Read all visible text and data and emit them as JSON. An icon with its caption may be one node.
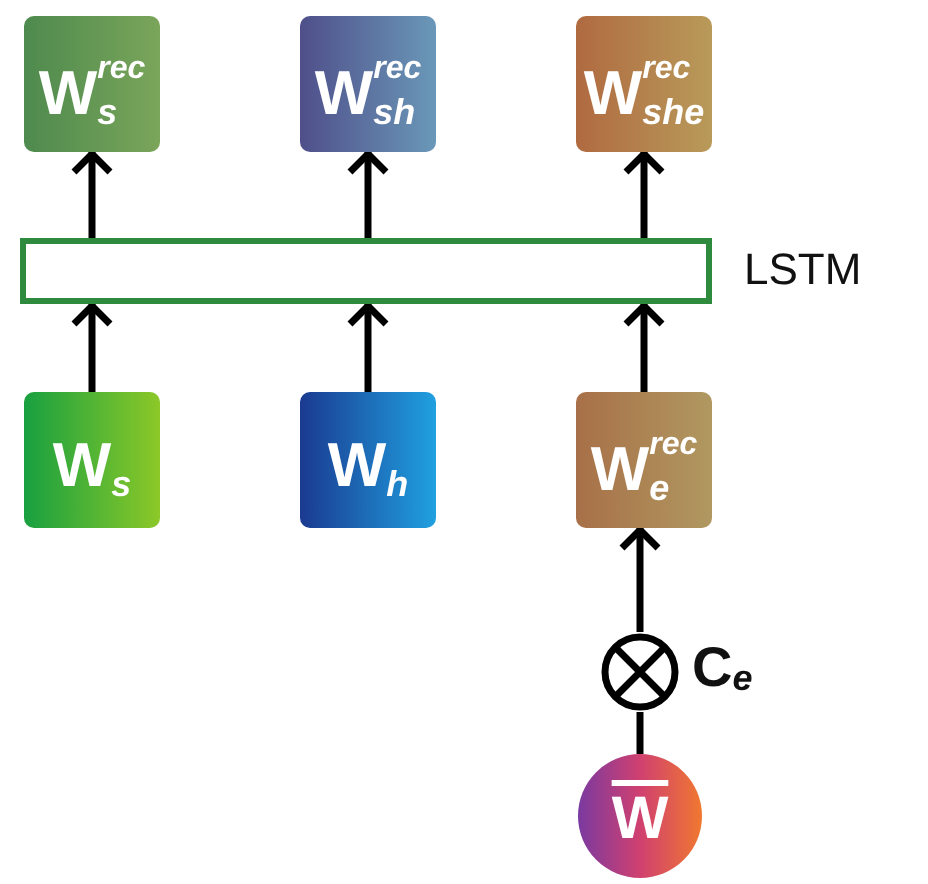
{
  "diagram": {
    "nodes": [
      {
        "text": [
          "W$^{rec}$$_{s}$"
        ]
      },
      {
        "text": [
          "W$^{rec}$$_{sh}$"
        ]
      },
      {
        "text": [
          "W$^{rec}$$_{she}$"
        ]
      },
      {
        "text": [],
        "shape": "bar",
        "beside": [
          "LSTM"
        ]
      },
      {
        "text": [
          "W$_{s}$"
        ]
      },
      {
        "text": [
          "W$_{h}$"
        ]
      },
      {
        "text": [
          "W$^{rec}$$_{e}$"
        ]
      },
      {
        "text": [],
        "shape": "circle",
        "beside": [
          "C$_{e}$"
        ]
      },
      {
        "text": [
          "W"
        ]
      }
    ],
    "edges": [
      {
        "from": 3,
        "to": 0,
        "arrow": "to"
      },
      {
        "from": 3,
        "to": 1,
        "arrow": "to"
      },
      {
        "from": 3,
        "to": 2,
        "arrow": "to"
      },
      {
        "from": 4,
        "to": 3,
        "arrow": "to"
      },
      {
        "from": 5,
        "to": 3,
        "arrow": "to"
      },
      {
        "from": 6,
        "to": 3,
        "arrow": "to"
      },
      {
        "from": 7,
        "to": 6,
        "arrow": "to"
      },
      {
        "from": 8,
        "to": 7,
        "arrow": "none"
      }
    ]
  }
}
